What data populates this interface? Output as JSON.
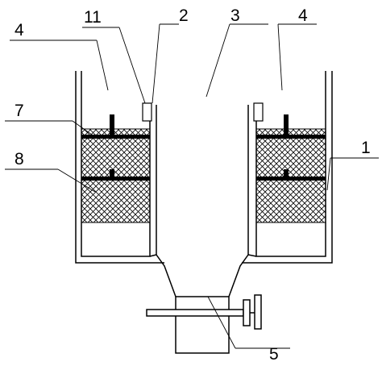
{
  "figure": {
    "labels": {
      "outer_shell": "1",
      "pipe_tab": "2",
      "central_chamber": "3",
      "annular_chamber_left": "4",
      "annular_chamber_right": "4",
      "outlet": "5",
      "upper_mesh_layer": "7",
      "lower_mesh_layer": "8",
      "pipe_wall": "11"
    }
  }
}
